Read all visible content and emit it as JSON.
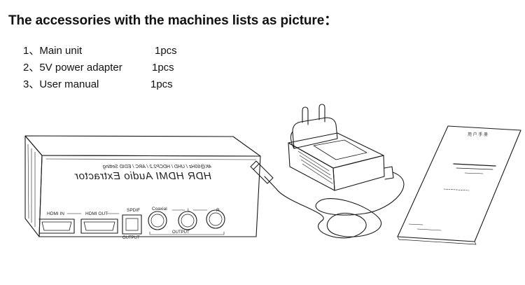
{
  "heading": "The accessories with the machines lists as picture：",
  "items": [
    {
      "number": "1、",
      "name": "Main unit",
      "qty": "1pcs"
    },
    {
      "number": "2、",
      "name": "5V power adapter",
      "qty": "1pcs"
    },
    {
      "number": "3、",
      "name": "User manual",
      "qty": "1pcs"
    }
  ],
  "device": {
    "product_name": "HDR HDMI Audio Extractor",
    "feature_line": "4K@60Hz / UHD / HDCP2.2 / ARC / EDID Setting",
    "ports": {
      "hdmi_in": "HDMI IN",
      "hdmi_out": "HDMI OUT",
      "spdif": "SPDIF",
      "coaxial": "Coaxial",
      "left": "L",
      "right": "R",
      "output_spdif": "OUTPUT",
      "output_audio": "OUTPUT"
    }
  },
  "manual": {
    "header": "用 户 手 册"
  }
}
